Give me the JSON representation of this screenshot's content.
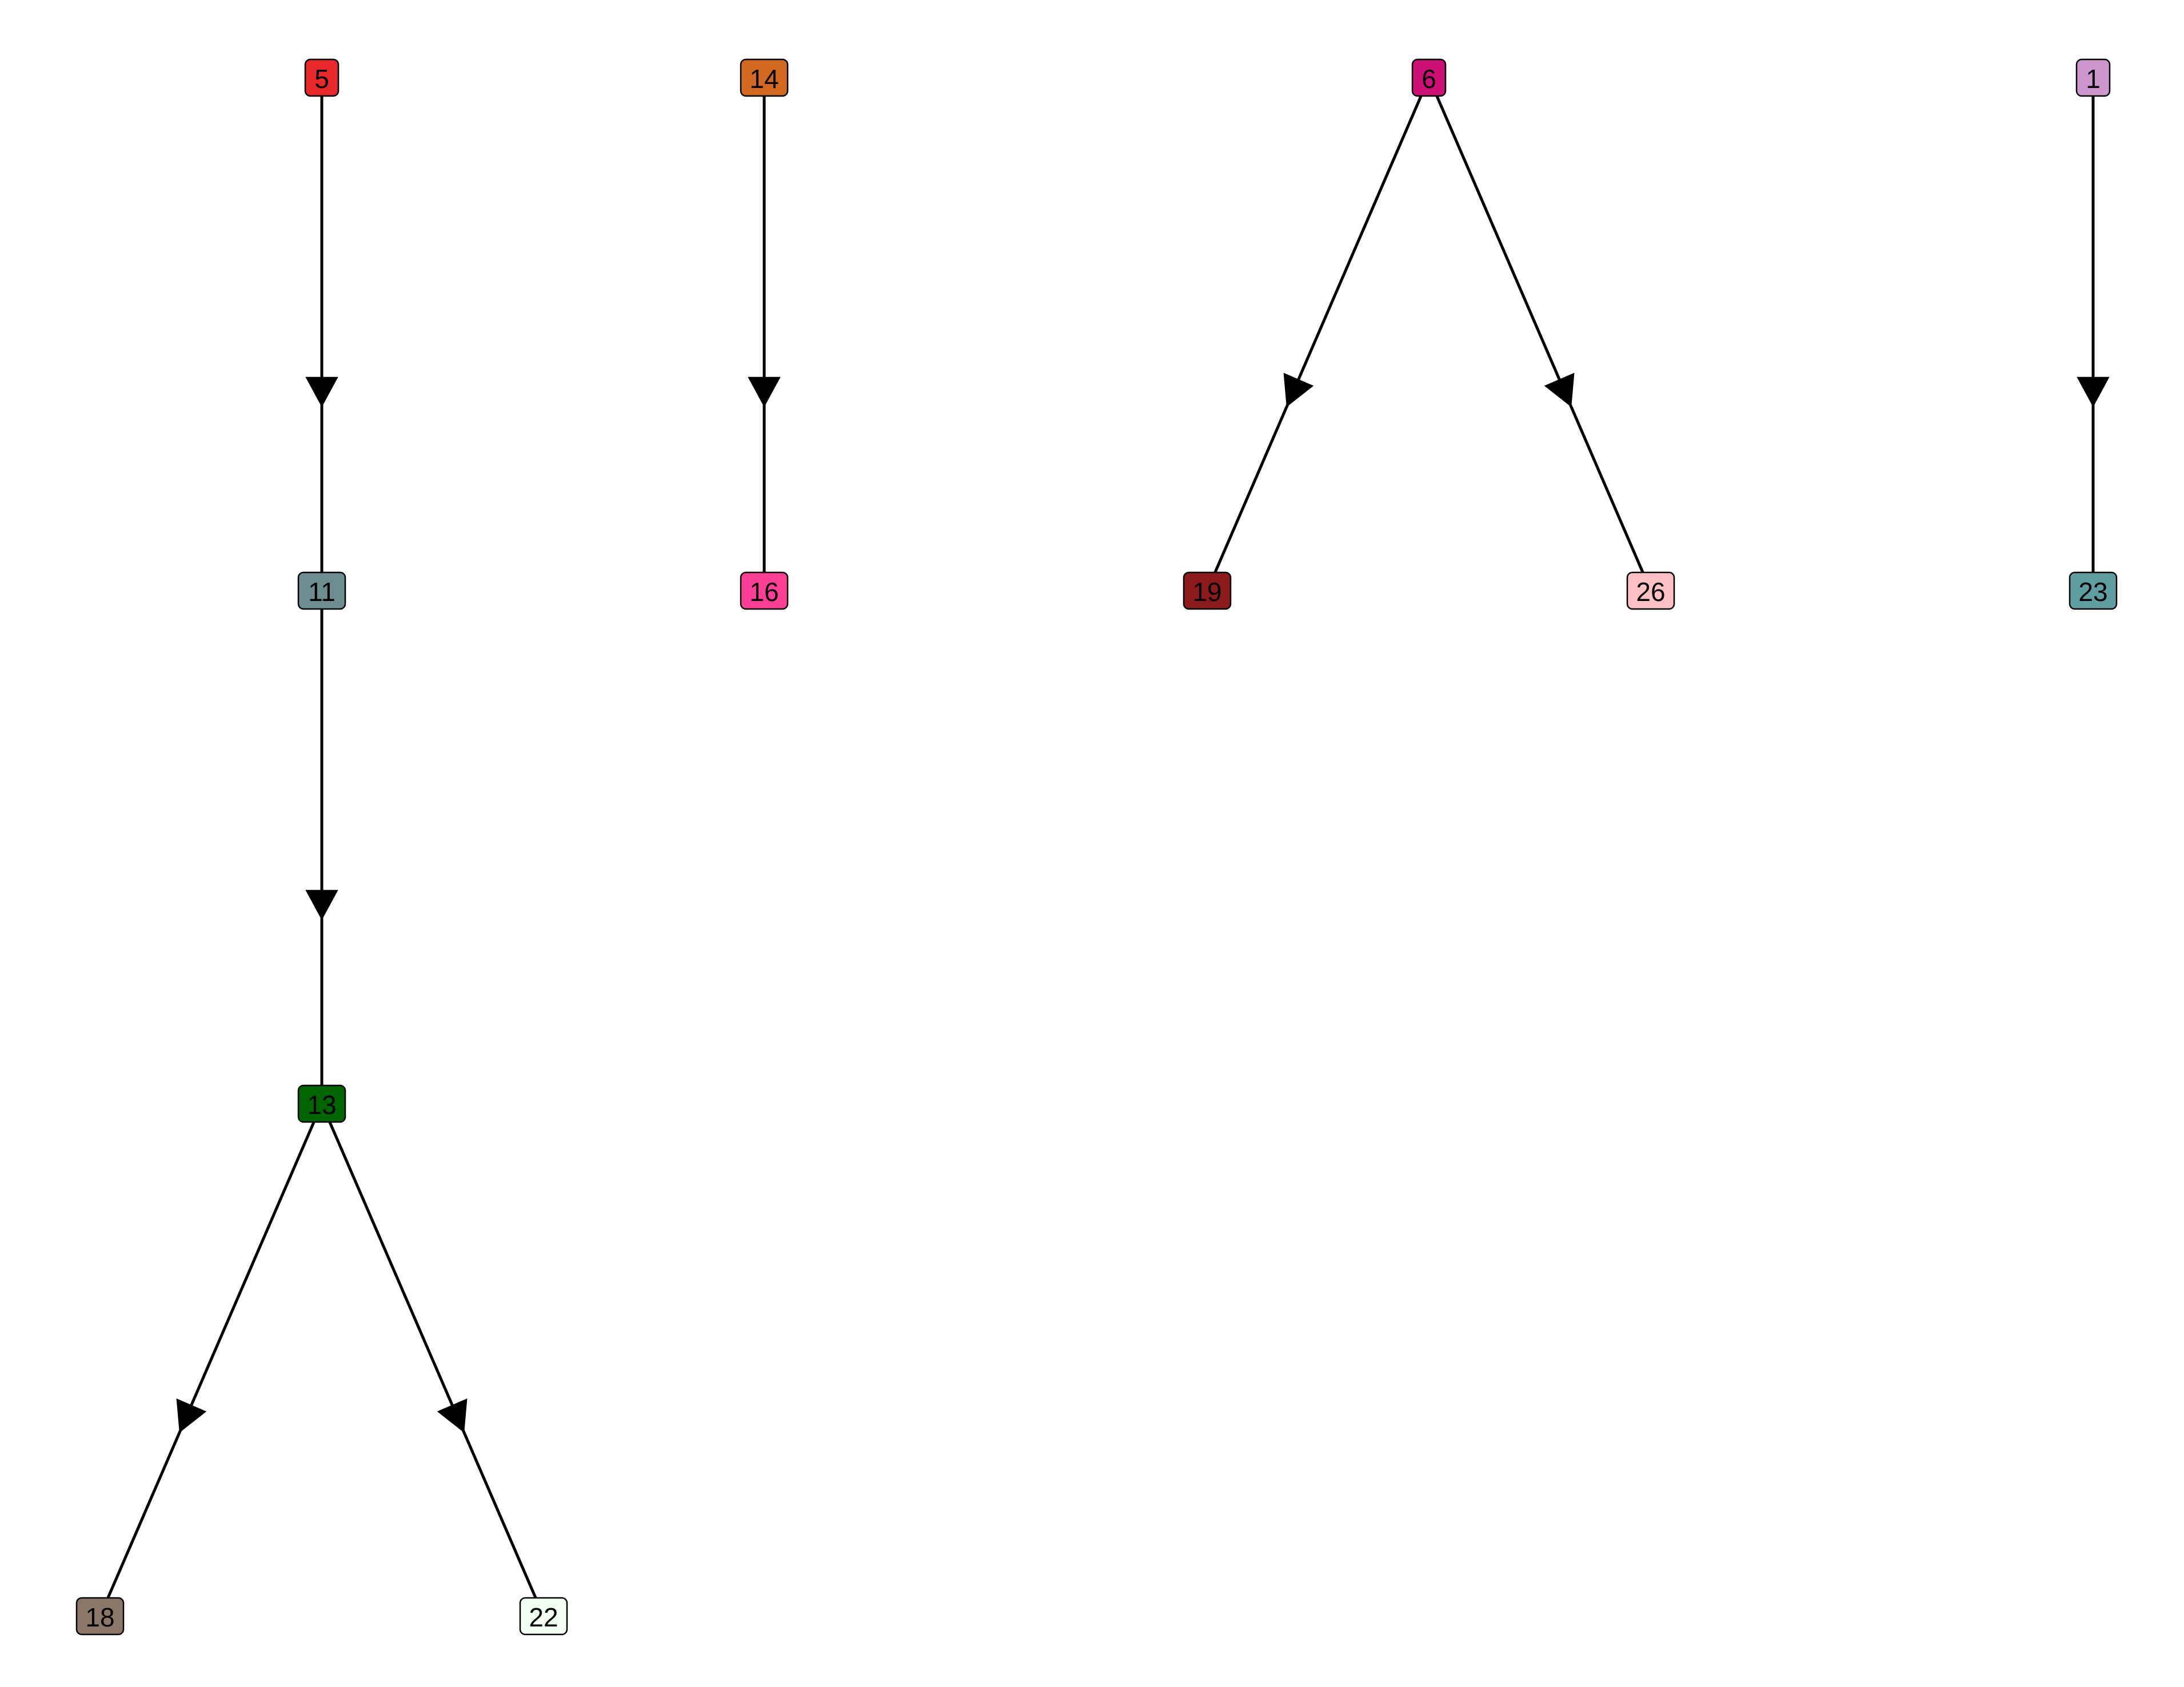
{
  "diagram": {
    "type": "directed-forest",
    "nodes": [
      {
        "id": "5",
        "label": "5",
        "color": "#e8282b"
      },
      {
        "id": "11",
        "label": "11",
        "color": "#6d8d8e"
      },
      {
        "id": "13",
        "label": "13",
        "color": "#006400"
      },
      {
        "id": "18",
        "label": "18",
        "color": "#8b7765"
      },
      {
        "id": "22",
        "label": "22",
        "color": "#f0fff0"
      },
      {
        "id": "14",
        "label": "14",
        "color": "#d2691e"
      },
      {
        "id": "16",
        "label": "16",
        "color": "#ff3e96"
      },
      {
        "id": "6",
        "label": "6",
        "color": "#cd1076"
      },
      {
        "id": "19",
        "label": "19",
        "color": "#8b1a1a"
      },
      {
        "id": "26",
        "label": "26",
        "color": "#ffc1c1"
      },
      {
        "id": "1",
        "label": "1",
        "color": "#cd96cd"
      },
      {
        "id": "23",
        "label": "23",
        "color": "#5f9ea0"
      }
    ],
    "edges": [
      {
        "from": "5",
        "to": "11"
      },
      {
        "from": "11",
        "to": "13"
      },
      {
        "from": "13",
        "to": "18"
      },
      {
        "from": "13",
        "to": "22"
      },
      {
        "from": "14",
        "to": "16"
      },
      {
        "from": "6",
        "to": "19"
      },
      {
        "from": "6",
        "to": "26"
      },
      {
        "from": "1",
        "to": "23"
      }
    ]
  }
}
